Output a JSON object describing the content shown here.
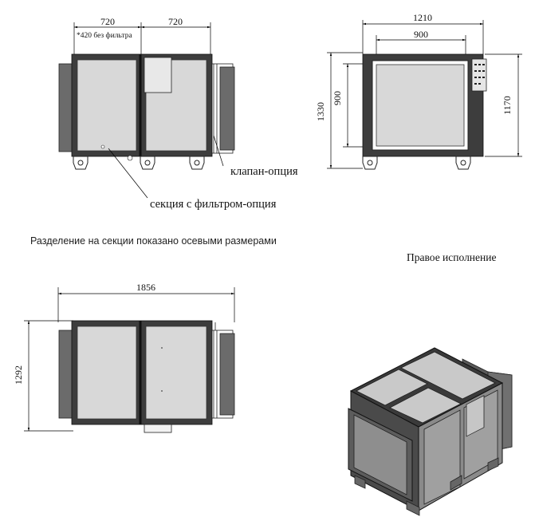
{
  "dimensions": {
    "top_left_section": "720",
    "top_right_section": "720",
    "filter_note": "*420 без фильтра",
    "front_width": "1210",
    "front_opening": "900",
    "front_height": "1330",
    "front_opening_height": "900",
    "front_side_height": "1170",
    "bottom_length": "1856",
    "bottom_height": "1292"
  },
  "labels": {
    "valve_option": "клапан-опция",
    "filter_section_option": "секция с фильтром-опция",
    "axis_caption": "Разделение на секции показано осевыми размерами",
    "orientation": "Правое исполнение"
  },
  "colors": {
    "frame": "#3d3d3d",
    "panel": "#d8d8d8",
    "duct": "#6b6b6b"
  }
}
